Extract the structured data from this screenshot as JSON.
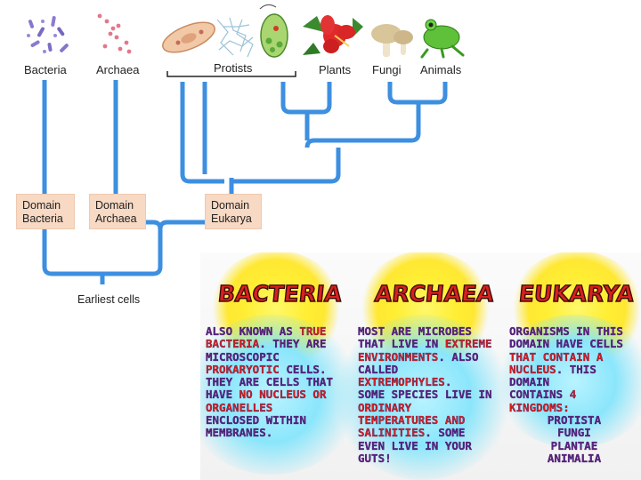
{
  "tree": {
    "groups": [
      "Bacteria",
      "Archaea",
      "Protists",
      "Plants",
      "Fungi",
      "Animals"
    ],
    "domains": [
      {
        "line1": "Domain",
        "line2": "Bacteria"
      },
      {
        "line1": "Domain",
        "line2": "Archaea"
      },
      {
        "line1": "Domain",
        "line2": "Eukarya"
      }
    ],
    "root_label": "Earliest cells",
    "icons": [
      "bacteria-cells-icon",
      "archaea-cells-icon",
      "paramecium-icon",
      "algae-icon",
      "euglena-icon",
      "hibiscus-plant-icon",
      "mushroom-icon",
      "frog-icon"
    ],
    "colors": {
      "branch": "#3d8fe0",
      "domain_box": "#f7d9c4"
    }
  },
  "cards": [
    {
      "title": "Bacteria",
      "lines": [
        [
          {
            "t": "Also known as "
          },
          {
            "t": "true",
            "hl": true
          }
        ],
        [
          {
            "t": "bacteria",
            "hl": true
          },
          {
            "t": ". They are"
          }
        ],
        [
          {
            "t": "microscopic"
          }
        ],
        [
          {
            "t": "prokaryotic",
            "hl": true
          },
          {
            "t": " cells."
          }
        ],
        [
          {
            "t": "They are cells that"
          }
        ],
        [
          {
            "t": "have "
          },
          {
            "t": "no nucleus or",
            "hl": true
          }
        ],
        [
          {
            "t": "organelles",
            "hl": true
          }
        ],
        [
          {
            "t": "enclosed within"
          }
        ],
        [
          {
            "t": "membranes."
          }
        ]
      ]
    },
    {
      "title": "Archaea",
      "lines": [
        [
          {
            "t": "Most are microbes"
          }
        ],
        [
          {
            "t": "that live in "
          },
          {
            "t": "extreme",
            "hl": true
          }
        ],
        [
          {
            "t": "environments",
            "hl": true
          },
          {
            "t": ". Also"
          }
        ],
        [
          {
            "t": "called"
          }
        ],
        [
          {
            "t": "extremophyles",
            "hl": true
          },
          {
            "t": "."
          }
        ],
        [
          {
            "t": "Some species live in"
          }
        ],
        [
          {
            "t": "ordinary",
            "hl": true
          }
        ],
        [
          {
            "t": "temperatures and",
            "hl": true
          }
        ],
        [
          {
            "t": "salinities",
            "hl": true
          },
          {
            "t": ". Some"
          }
        ],
        [
          {
            "t": "even live in your"
          }
        ],
        [
          {
            "t": "guts!"
          }
        ]
      ]
    },
    {
      "title": "Eukarya",
      "lines": [
        [
          {
            "t": "Organisms in this"
          }
        ],
        [
          {
            "t": "domain have cells"
          }
        ],
        [
          {
            "t": "that contain a",
            "hl": true
          }
        ],
        [
          {
            "t": "nucleus",
            "hl": true
          },
          {
            "t": ". This domain"
          }
        ],
        [
          {
            "t": "contains "
          },
          {
            "t": "4 kingdoms:",
            "hl": true
          }
        ],
        [
          {
            "t": "Protista"
          }
        ],
        [
          {
            "t": "Fungi"
          }
        ],
        [
          {
            "t": "Plantae"
          }
        ],
        [
          {
            "t": "Animalia"
          }
        ]
      ]
    }
  ]
}
